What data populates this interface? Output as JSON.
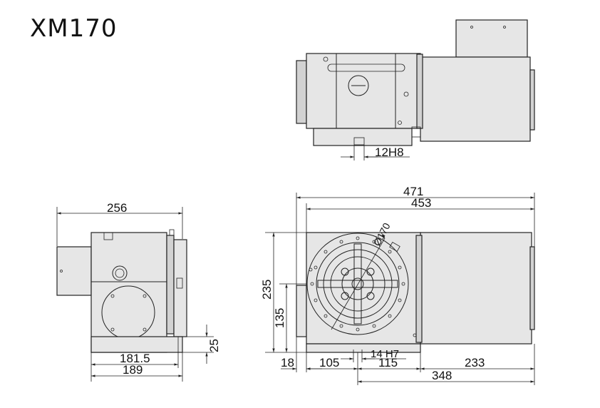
{
  "title": "XM170",
  "top_view": {
    "slot_label": "12H8"
  },
  "side_view": {
    "width_overall": "256",
    "base_width_a": "181.5",
    "base_width_b": "189",
    "key_height": "25"
  },
  "front_view": {
    "length_overall": "471",
    "length_b": "453",
    "height_overall": "235",
    "center_height": "135",
    "table_diameter": "Ø170",
    "offset_left": "18",
    "center_offset": "105",
    "key_slot": "14 H7",
    "key_offset": "115",
    "motor_length": "233",
    "rear_length": "348"
  }
}
